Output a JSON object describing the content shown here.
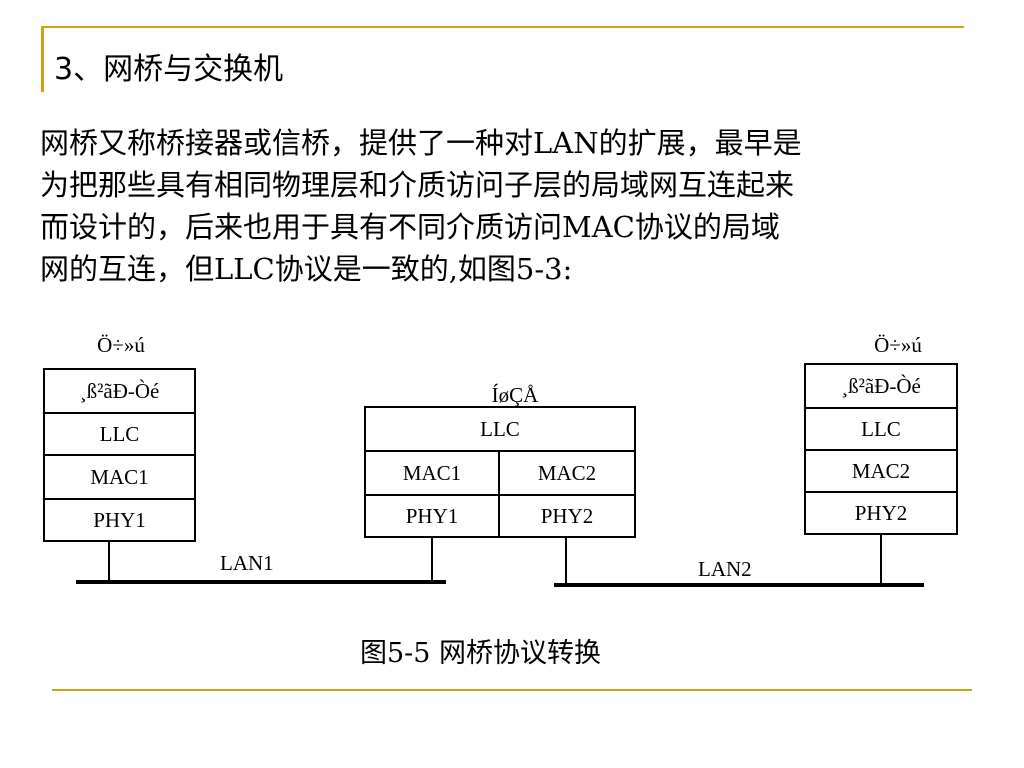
{
  "slide": {
    "title": "3、网桥与交换机",
    "body_lines": [
      "网桥又称桥接器或信桥，提供了一种对LAN的扩展，最早是",
      "为把那些具有相同物理层和介质访问子层的局域网互连起来",
      "而设计的，后来也用于具有不同介质访问MAC协议的局域",
      "网的互连，但LLC协议是一致的,如图5-3:"
    ],
    "caption": "图5-5 网桥协议转换"
  },
  "diagram": {
    "left_host": {
      "label": "Ö÷»ú",
      "layers": [
        "¸ß²ãÐ-Òé",
        "LLC",
        "MAC1",
        "PHY1"
      ]
    },
    "bridge": {
      "label": "ÍøÇÅ",
      "top_layer": "LLC",
      "left_layers": [
        "MAC1",
        "PHY1"
      ],
      "right_layers": [
        "MAC2",
        "PHY2"
      ]
    },
    "right_host": {
      "label": "Ö÷»ú",
      "layers": [
        "¸ß²ãÐ-Òé",
        "LLC",
        "MAC2",
        "PHY2"
      ]
    },
    "lan1_label": "LAN1",
    "lan2_label": "LAN2"
  },
  "colors": {
    "accent": "#d4a017",
    "line": "#000000",
    "background": "#ffffff"
  }
}
